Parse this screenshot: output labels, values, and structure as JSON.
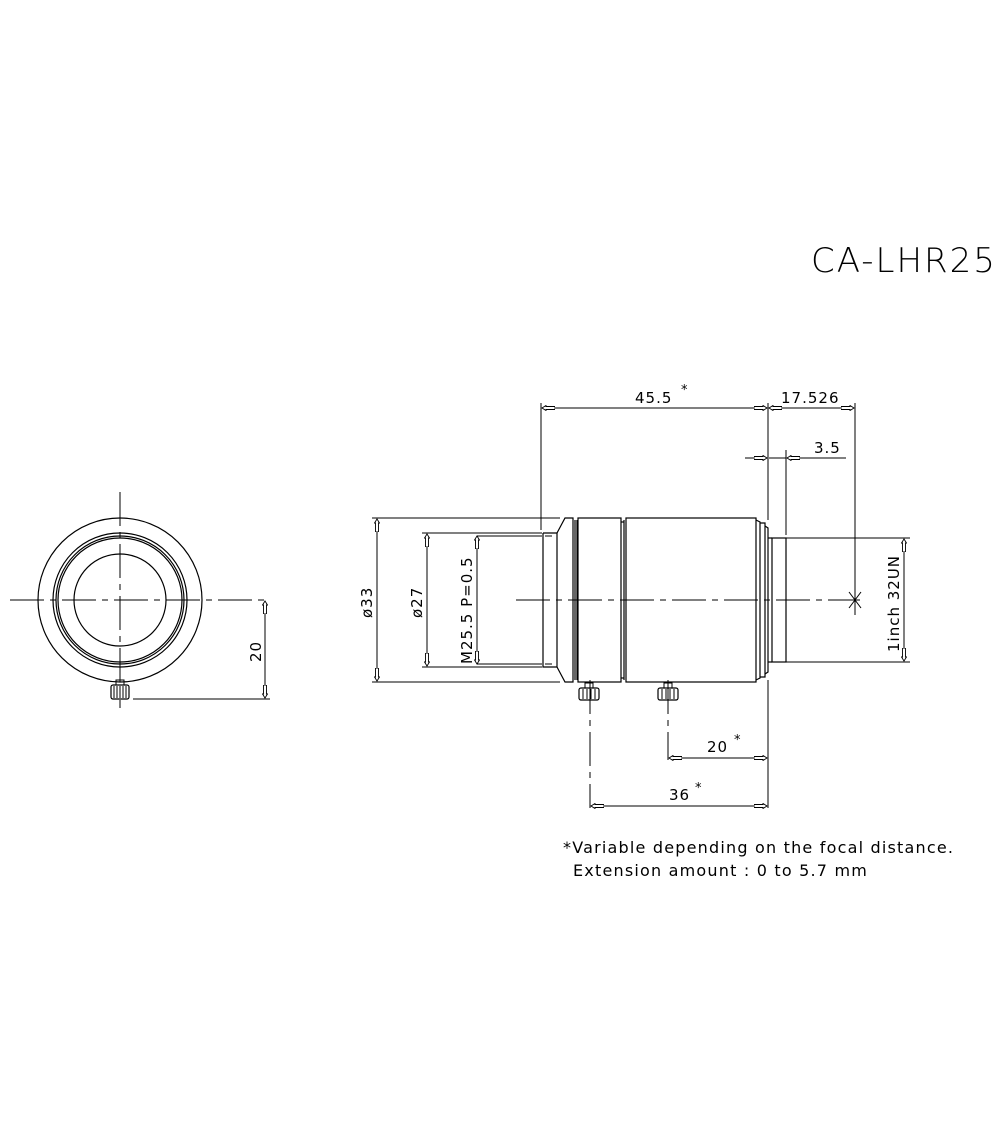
{
  "title": "CA-LHR25",
  "front_view": {
    "dimensions": {
      "screw_height": "20"
    }
  },
  "side_view": {
    "dimensions": {
      "length_total": "45.5",
      "length_total_mark": "*",
      "flange_back": "17.526",
      "mount_thread_length": "3.5",
      "outer_diameter": "ø33",
      "front_diameter": "ø27",
      "filter_thread": "M25.5  P=0.5",
      "mount_thread": "1inch  32UN",
      "screw_front_to_mount": "20",
      "screw_front_to_mount_mark": "*",
      "screw_rear_to_mount": "36",
      "screw_rear_to_mount_mark": "*"
    }
  },
  "notes": {
    "line1": "*Variable depending on the focal distance.",
    "line2": "Extension amount : 0 to 5.7 mm"
  }
}
